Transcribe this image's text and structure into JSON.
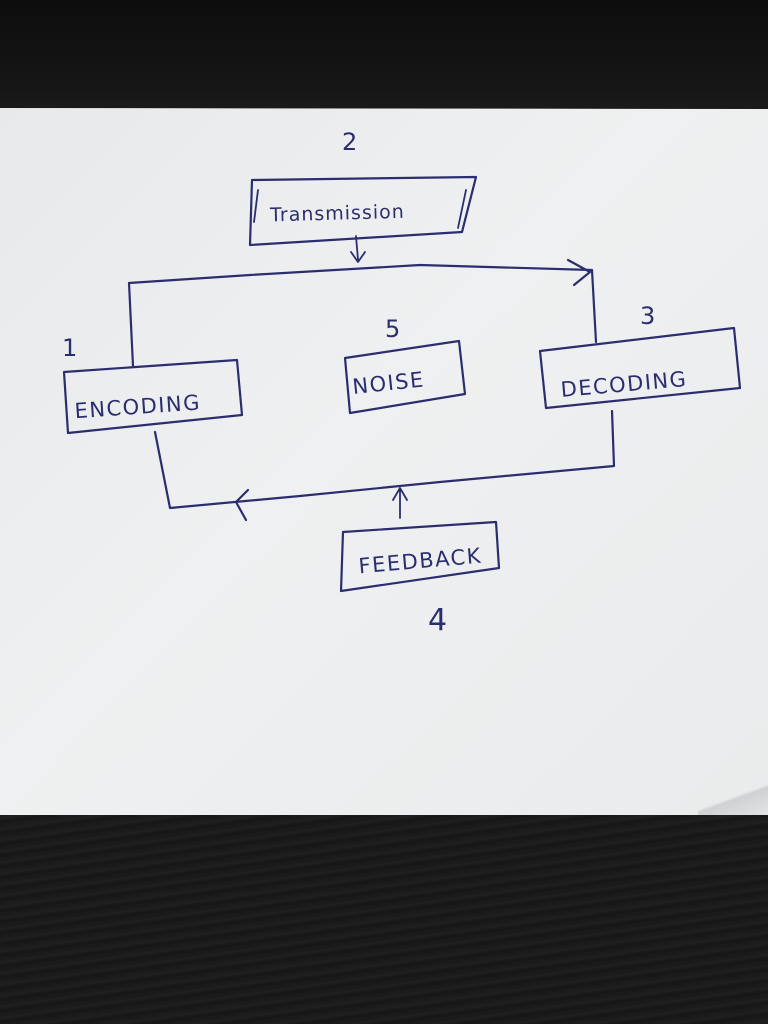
{
  "diagram": {
    "nodes": [
      {
        "id": "transmission",
        "label": "Transmission",
        "number": "2"
      },
      {
        "id": "encoding",
        "label": "ENCODING",
        "number": "1"
      },
      {
        "id": "noise",
        "label": "NOISE",
        "number": "5"
      },
      {
        "id": "decoding",
        "label": "DECODING",
        "number": "3"
      },
      {
        "id": "feedback",
        "label": "FEEDBACK",
        "number": "4"
      }
    ],
    "edges": [
      {
        "from": "transmission",
        "to": "encoding-decoding-line"
      },
      {
        "from": "encoding",
        "to": "decoding"
      },
      {
        "from": "decoding",
        "to": "encoding"
      },
      {
        "from": "feedback",
        "to": "decoding-encoding-line"
      }
    ]
  },
  "colors": {
    "ink": "#2b2e6e",
    "paper": "#eceeef",
    "desk": "#121212"
  }
}
